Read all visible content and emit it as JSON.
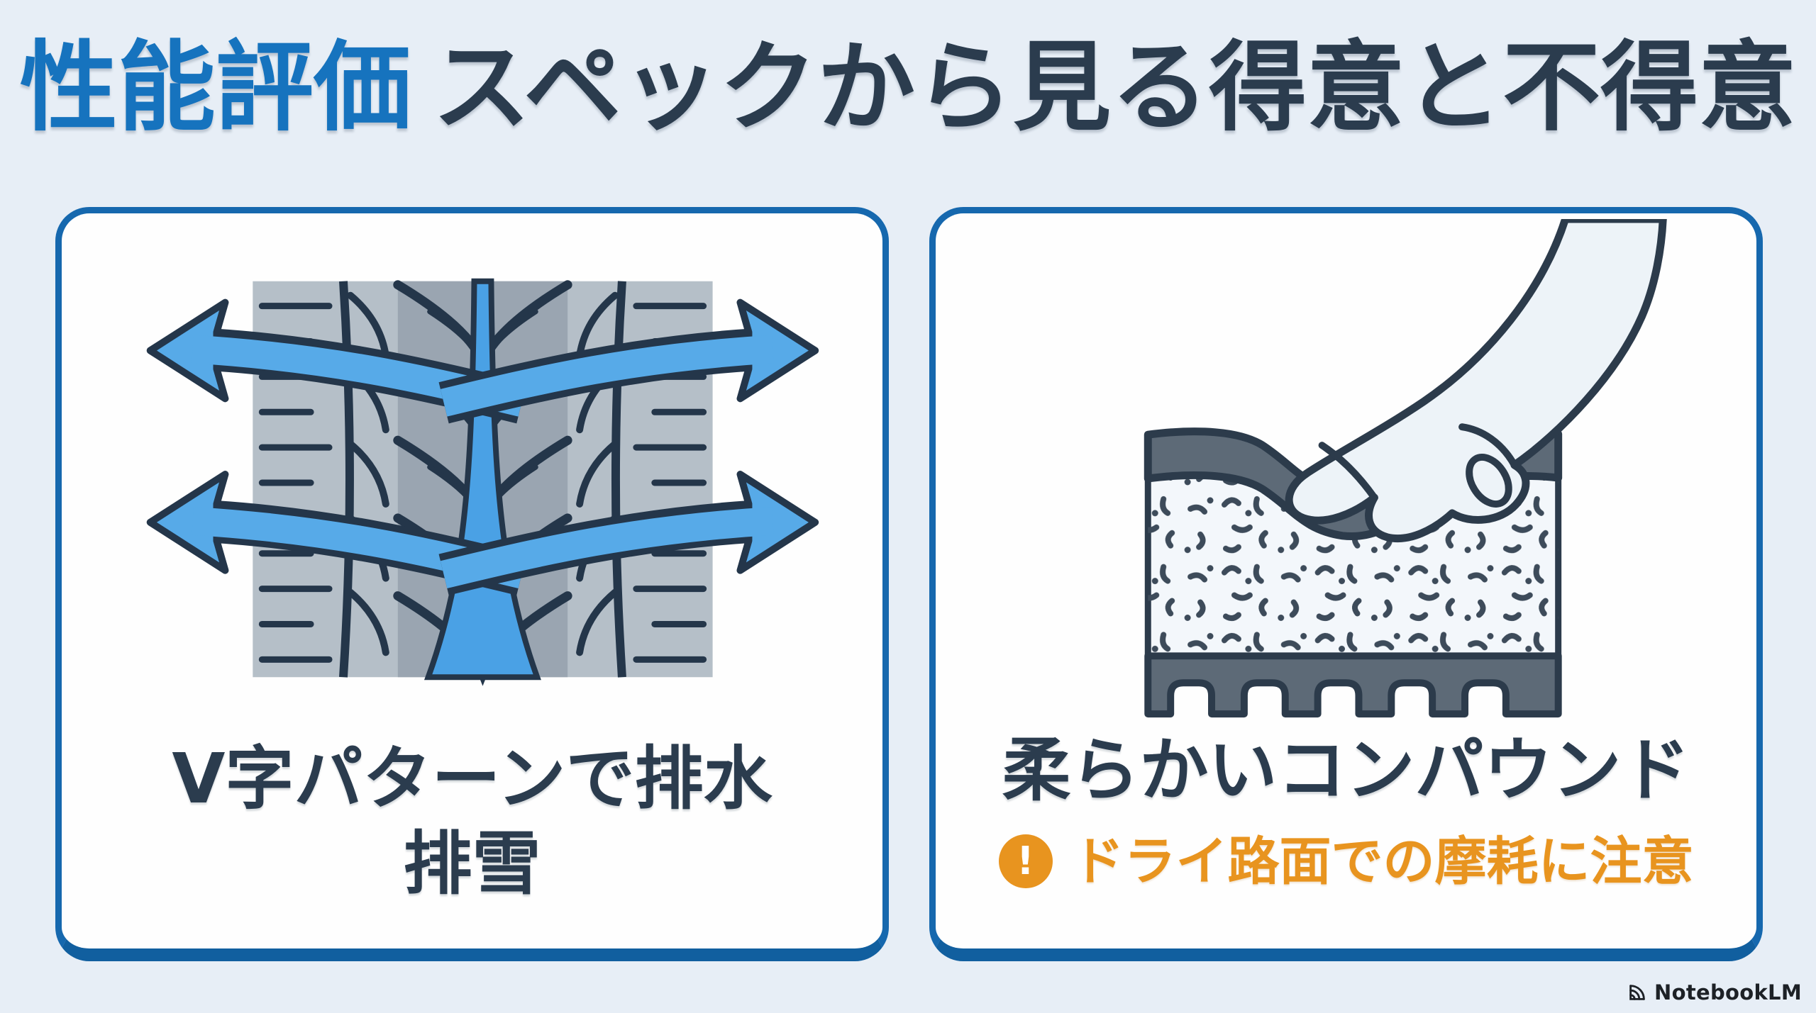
{
  "title": {
    "highlight": "性能評価",
    "main": "スペックから見る得意と不得意"
  },
  "cards": {
    "left": {
      "illustration": "tire-tread-with-v-pattern-and-drainage-arrows",
      "caption_line1": "V字パターンで排水",
      "caption_line2": "排雪"
    },
    "right": {
      "illustration": "finger-pressing-soft-rubber-compound-layers",
      "caption": "柔らかいコンパウンド",
      "warning_mark": "!",
      "warning_text": "ドライ路面での摩耗に注意"
    }
  },
  "branding": {
    "logo_text": "NotebookLM"
  },
  "colors": {
    "background": "#e7eef6",
    "card_border": "#1668ae",
    "title_highlight": "#1673be",
    "heading_text": "#2b3c4e",
    "warning_orange": "#e8941f",
    "water_blue": "#57aae8",
    "outline_navy": "#24364a",
    "tread_gray": "#b5bfc8",
    "rubber_slate": "#5d6a77"
  }
}
